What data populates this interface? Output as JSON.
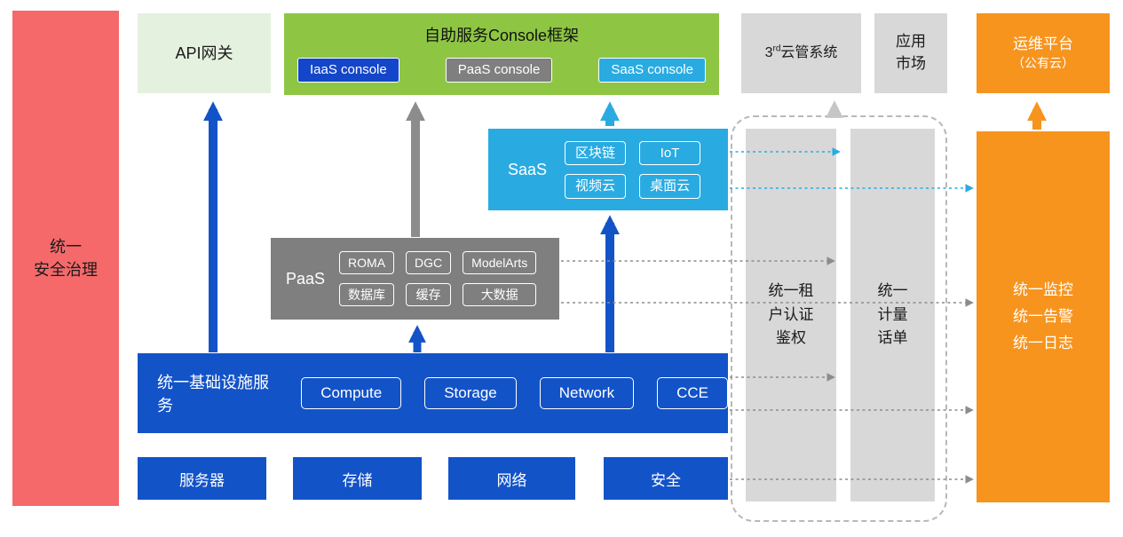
{
  "colors": {
    "red": "#F5696B",
    "light_green": "#E4F1DF",
    "green": "#8EC643",
    "blue": "#1353C8",
    "cyan": "#29ABE2",
    "gray": "#7F7F7F",
    "light_gray": "#D8D8D8",
    "orange": "#F7941E"
  },
  "left_bar": {
    "label": "统一\n安全治理"
  },
  "top": {
    "api_gateway": "API网关",
    "console_frame": {
      "title": "自助服务Console框架",
      "consoles": [
        {
          "label": "IaaS console"
        },
        {
          "label": "PaaS console"
        },
        {
          "label": "SaaS console"
        }
      ]
    },
    "third_party": {
      "prefix": "3",
      "sup": "rd",
      "suffix": "云管系统"
    },
    "app_market": "应用\n市场",
    "om_platform": {
      "line1": "运维平台",
      "line2": "（公有云）"
    }
  },
  "layers": {
    "saas": {
      "label": "SaaS",
      "items": [
        "区块链",
        "IoT",
        "视频云",
        "桌面云"
      ]
    },
    "paas": {
      "label": "PaaS",
      "items": [
        "ROMA",
        "DGC",
        "ModelArts",
        "数据库",
        "缓存",
        "大数据"
      ]
    },
    "iaas": {
      "label": "统一基础设施服务",
      "items": [
        "Compute",
        "Storage",
        "Network",
        "CCE"
      ]
    }
  },
  "bottom": {
    "items": [
      "服务器",
      "存储",
      "网络",
      "安全"
    ]
  },
  "right": {
    "tenant_auth": "统一租\n户认证\n鉴权",
    "metering": "统一\n计量\n话单",
    "om_bar": "统一监控\n统一告警\n统一日志"
  }
}
